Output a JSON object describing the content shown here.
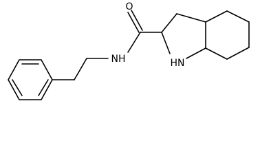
{
  "molecule": {
    "atoms": [
      {
        "id": "O1",
        "element": "O"
      },
      {
        "id": "N1",
        "element": "N",
        "label": "NH"
      },
      {
        "id": "N2",
        "element": "N",
        "label": "HN"
      }
    ],
    "bond_line_color": "#000000",
    "background_color": "#ffffff"
  }
}
